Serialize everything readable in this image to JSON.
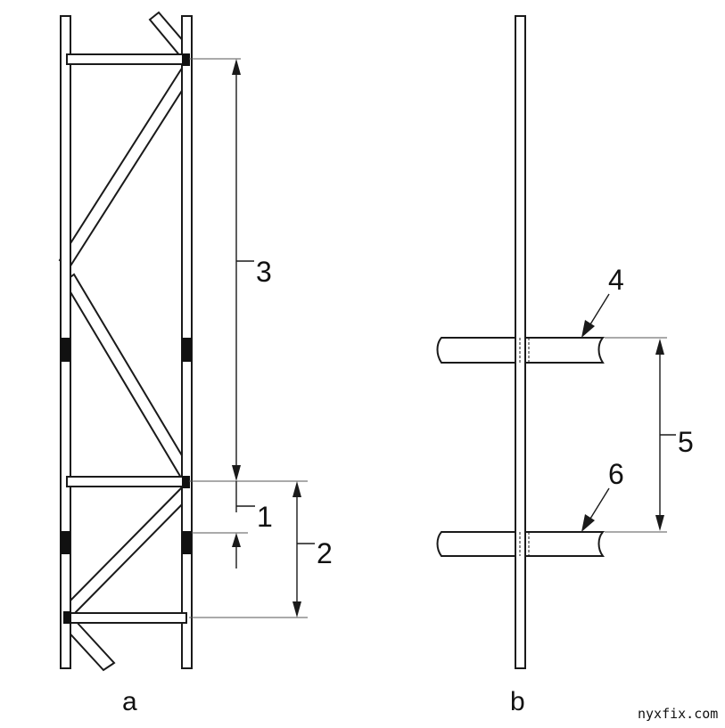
{
  "labels": {
    "l1": "1",
    "l2": "2",
    "l3": "3",
    "l4": "4",
    "l5": "5",
    "l6": "6"
  },
  "views": {
    "a": "a",
    "b": "b"
  },
  "watermark": "nyxfix.com"
}
